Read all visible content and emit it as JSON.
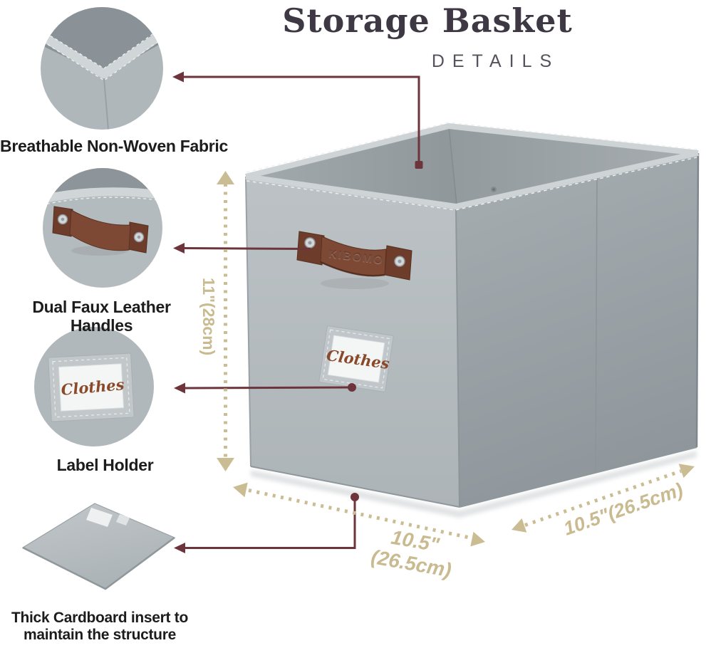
{
  "title": {
    "main": "Storage Basket",
    "subtitle": "DETAILS"
  },
  "features": [
    {
      "id": "fabric",
      "label": "Breathable Non-Woven Fabric"
    },
    {
      "id": "handles",
      "label": "Dual Faux Leather Handles"
    },
    {
      "id": "label-holder",
      "label": "Label Holder"
    },
    {
      "id": "cardboard",
      "label": "Thick Cardboard insert to maintain the structure"
    }
  ],
  "product": {
    "brand_embossed": "KIBOMO",
    "label_card_text": "Clothes"
  },
  "dimensions": {
    "height_label": "11\"(28cm)",
    "width_label_line1": "10.5\"",
    "width_label_line2": "(26.5cm)",
    "depth_label": "10.5\"(26.5cm)"
  },
  "colors": {
    "connector": "#6d343c",
    "dimension": "#c9ba90",
    "fabric_light": "#b7bec1",
    "fabric_dark": "#99a1a5",
    "leather": "#7d4934",
    "title_text": "#3d3844",
    "label_text": "#1c1c1c",
    "script_text": "#8a4a2a"
  }
}
